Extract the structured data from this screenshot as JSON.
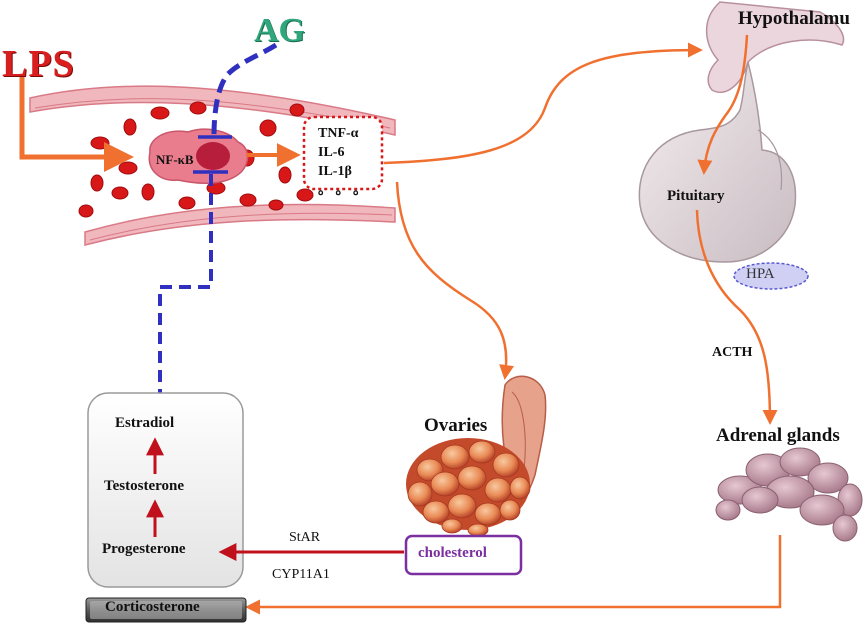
{
  "labels": {
    "lps": "LPS",
    "ag": "AG",
    "hypothalamus": "Hypothalamu",
    "pituitary": "Pituitary",
    "hpa": "HPA",
    "acth": "ACTH",
    "adrenal": "Adrenal glands",
    "ovaries": "Ovaries",
    "estradiol": "Estradiol",
    "testosterone": "Testosterone",
    "progesterone": "Progesterone",
    "star": "StAR",
    "cyp": "CYP11A1",
    "cholesterol": "cholesterol",
    "corticosterone": "Corticosterone",
    "nfkb": "NF-κB",
    "cytokines": [
      "TNF-α",
      "IL-6",
      "IL-1β",
      "。 。 。"
    ]
  },
  "colors": {
    "lps": "#d81e1e",
    "ag": "#2fa67c",
    "orange_arrow": "#f07030",
    "inhibition_line": "#3030c0",
    "red_arrow": "#c0101c",
    "cholesterol_box": "#7b2fa0",
    "hpa_fill": "#cfd0f4",
    "vessel": "#e8909a",
    "rbc": "#d81818",
    "tissue": "#c9a8b4"
  },
  "icons": [
    "blood-vessel",
    "red-blood-cell",
    "macrophage",
    "hypothalamus-pituitary",
    "ovary",
    "adrenal-gland"
  ]
}
